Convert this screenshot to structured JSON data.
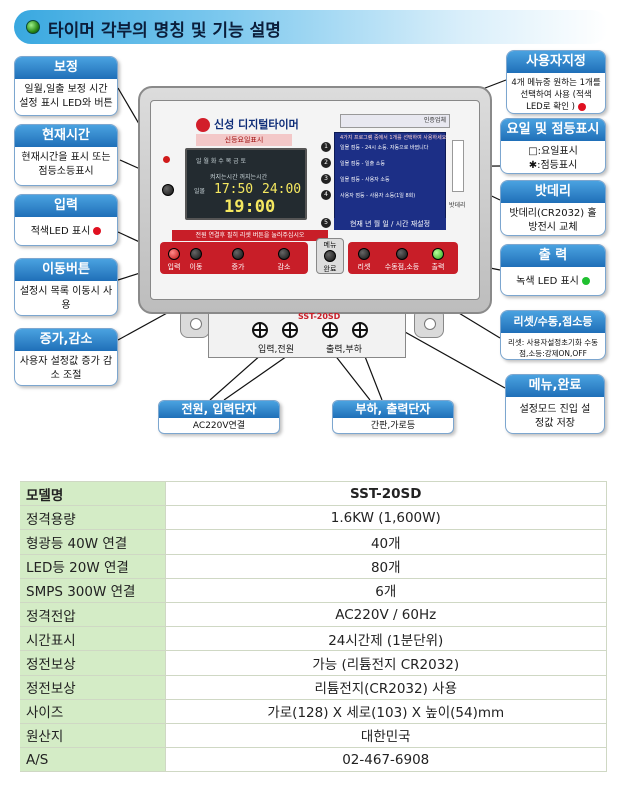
{
  "title": "타이머 각부의 명칭 및 기능 설명",
  "callouts": {
    "bojeong": {
      "head": "보정",
      "body": "일월,일출 보정 시간 설정 표시 LED와 버튼"
    },
    "hyunjae": {
      "head": "현재시간",
      "body": "현재시간을 표시 또는 점등소등표시"
    },
    "input": {
      "head": "입력",
      "body": "적색LED 표시"
    },
    "move": {
      "head": "이동버튼",
      "body": "설정시 목록 이동시 사용"
    },
    "updown": {
      "head": "증가,감소",
      "body": "사용자 설정값 증가 감소 조절"
    },
    "user": {
      "head": "사용자지정",
      "body": "4개 메뉴중 원하는 1개를 선택하여 사용 (적색 LED로 확인 )"
    },
    "yoil": {
      "head": "요일 및 점등표시",
      "line1": "□:요일표시",
      "line2": "✱:점등표시"
    },
    "battery": {
      "head": "밧데리",
      "body": "밧데리(CR2032) 홀 방전시 교체"
    },
    "output": {
      "head": "출 력",
      "body": "녹색 LED 표시"
    },
    "reset": {
      "head": "리셋/수동,점소등",
      "body": "리셋: 사용자설정초기화 수동점,소등:강제ON,OFF"
    },
    "menu": {
      "head": "메뉴,완료",
      "body": "설정모드 진입 설정값 저장"
    },
    "power_term": {
      "head": "전원, 입력단자",
      "body": "AC220V연결"
    },
    "load_term": {
      "head": "부하, 출력단자",
      "body": "간판,가로등"
    }
  },
  "device": {
    "brand": "신성 디지털타이머",
    "screen_label": "신등요일표시",
    "lcd_row1": "일 월 화 수 목 금 토",
    "lcd_labels": "켜지는시간   꺼지는시간",
    "lcd_tag": "일몰",
    "time1": "17:50",
    "time2": "24:00",
    "time3": "19:00",
    "cert": "인증업체",
    "prog_header": "4가지 프로그램 중에서 1개를 선택하여 사용하세요",
    "prog_rows": [
      "일몰 점등 - 24시 소등. 자동으로 바뀝니다",
      "일몰 점등 - 일출 소등",
      "일몰 점등 - 사용자 소등",
      "사용자 점등 - 사용자 소등(1일 8회)"
    ],
    "prog_nums": [
      "1",
      "2",
      "3",
      "4",
      "5"
    ],
    "subbar": "현재 년 월 일 / 시간 재설정",
    "battery_label": "밧데리",
    "warn": "전원 연결후 필히 리셋 버튼을 눌러주십시오",
    "buttons_left": [
      "입력",
      "이동",
      "증가",
      "감소"
    ],
    "button_menu_top": "메뉴",
    "button_menu": "완료",
    "buttons_right": [
      "리셋",
      "수동점,소등",
      "출력"
    ],
    "model": "SST-20SD",
    "term_left": "입력,전원",
    "term_right": "출력,부하"
  },
  "spec": [
    {
      "k": "모델명",
      "v": "SST-20SD"
    },
    {
      "k": "정격용량",
      "v": "1.6KW (1,600W)"
    },
    {
      "k": "형광등 40W 연결",
      "v": "40개"
    },
    {
      "k": "LED등 20W 연결",
      "v": "80개"
    },
    {
      "k": "SMPS 300W 연결",
      "v": "6개"
    },
    {
      "k": "정격전압",
      "v": "AC220V / 60Hz"
    },
    {
      "k": "시간표시",
      "v": "24시간제 (1분단위)"
    },
    {
      "k": "정전보상",
      "v": "가능 (리튬전지 CR2032)"
    },
    {
      "k": "정전보상",
      "v": "리튬전지(CR2032) 사용"
    },
    {
      "k": "사이즈",
      "v": "가로(128) X 세로(103) X 높이(54)mm"
    },
    {
      "k": "원산지",
      "v": "대한민국"
    },
    {
      "k": "A/S",
      "v": "02-467-6908"
    }
  ]
}
